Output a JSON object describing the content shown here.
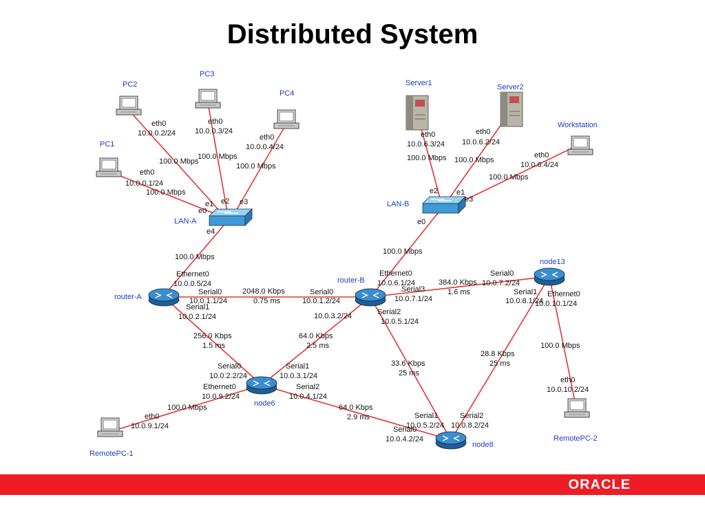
{
  "slide": {
    "title": "Distributed System"
  },
  "nodes": {
    "pc1": "PC1",
    "pc2": "PC2",
    "pc3": "PC3",
    "pc4": "PC4",
    "lan_a": "LAN-A",
    "lan_b": "LAN-B",
    "server1": "Server1",
    "server2": "Server2",
    "workstation": "Workstation",
    "router_a": "router-A",
    "router_b": "router-B",
    "node6": "node6",
    "node8": "node8",
    "node13": "node13",
    "remote_pc1": "RemotePC-1",
    "remote_pc2": "RemotePC-2"
  },
  "ports": {
    "pc2_eth0": "eth0",
    "pc2_ip": "10.0.0.2/24",
    "pc3_eth0": "eth0",
    "pc3_ip": "10.0.0.3/24",
    "pc4_eth0": "eth0",
    "pc4_ip": "10.0.0.4/24",
    "pc1_eth0": "eth0",
    "pc1_ip": "10.0.0.1/24",
    "lan_a_e0": "e0",
    "lan_a_e1": "e1",
    "lan_a_e2": "e2",
    "lan_a_e3": "e3",
    "lan_a_e4": "e4",
    "server1_eth0": "eth0",
    "server1_ip": "10.0.6.3/24",
    "server2_eth0": "eth0",
    "server2_ip": "10.0.6.2/24",
    "ws_eth0": "eth0",
    "ws_ip": "10.0.6.4/24",
    "lan_b_e0": "e0",
    "lan_b_e1": "e1",
    "lan_b_e2": "e2",
    "lan_b_e3": "e3",
    "ra_eth0": "Ethernet0",
    "ra_eth0_ip": "10.0.0.5/24",
    "ra_s0": "Serial0",
    "ra_s0_ip": "10.0.1.1/24",
    "ra_s1": "Serial1",
    "ra_s1_ip": "10.0.2.1/24",
    "rb_eth0": "Ethernet0",
    "rb_eth0_ip": "10.0.6.1/24",
    "rb_s0": "Serial0",
    "rb_s0_ip": "10.0.1.2/24",
    "rb_s3": "Serial3",
    "rb_s3_ip": "10.0.7.1/24",
    "rb_s2": "Serial2",
    "rb_s2_ip": "10.0.5.1/24",
    "rb_s1_ip": "10.0.3.2/24",
    "n13_s0": "Serial0",
    "n13_s0_ip": "10.0.7.2/24",
    "n13_s1": "Serial1",
    "n13_s1_ip": "10.0.8.1/24",
    "n13_eth0": "Ethernet0",
    "n13_eth0_ip": "10.0.10.1/24",
    "n6_s0": "Serial0",
    "n6_s0_ip": "10.0.2.2/24",
    "n6_s1": "Serial1",
    "n6_s1_ip": "10.0.3.1/24",
    "n6_eth0": "Ethernet0",
    "n6_eth0_ip": "10.0.9.2/24",
    "n6_s2": "Serial2",
    "n6_s2_ip": "10.0.4.1/24",
    "n8_s1": "Serial1",
    "n8_s1_ip": "10.0.5.2/24",
    "n8_s2": "Serial2",
    "n8_s2_ip": "10.0.8.2/24",
    "n8_s0": "Serial0",
    "n8_s0_ip": "10.0.4.2/24",
    "rpc1_eth0": "eth0",
    "rpc1_ip": "10.0.9.1/24",
    "rpc2_eth0": "eth0",
    "rpc2_ip": "10.0.10.2/24"
  },
  "links": {
    "pc2": "100.0 Mbps",
    "pc3": "100.0 Mbps",
    "pc4": "100.0 Mbps",
    "pc1": "100.0 Mbps",
    "lana_ra": "100.0 Mbps",
    "s1": "100.0 Mbps",
    "s2": "100.0 Mbps",
    "ws": "100.0 Mbps",
    "lanb_rb": "100.0 Mbps",
    "ra_rb_bw": "2048.0 Kbps",
    "ra_rb_delay": "0.75 ms",
    "ra_n6_bw": "256.0 Kbps",
    "ra_n6_delay": "1.5 ms",
    "rb_n6_bw": "64.0 Kbps",
    "rb_n6_delay": "2.5 ms",
    "rb_n13_bw": "384.0 Kbps",
    "rb_n13_delay": "1.6 ms",
    "rb_n8_bw": "33.6 Kbps",
    "rb_n8_delay": "25 ms",
    "n13_n8_bw": "28.8 Kbps",
    "n13_n8_delay": "25 ms",
    "n13_rpc2": "100.0 Mbps",
    "n6_rpc1": "100.0 Mbps",
    "n6_n8_bw": "64.0 Kbps",
    "n6_n8_delay": "2.9 ms"
  },
  "footer": {
    "logo": "ORACLE"
  },
  "colors": {
    "link": "#e53333",
    "node_label": "#1a3cc8",
    "router": "#2a78b8",
    "switch": "#4aa8e0",
    "footer": "#ee1c25"
  }
}
